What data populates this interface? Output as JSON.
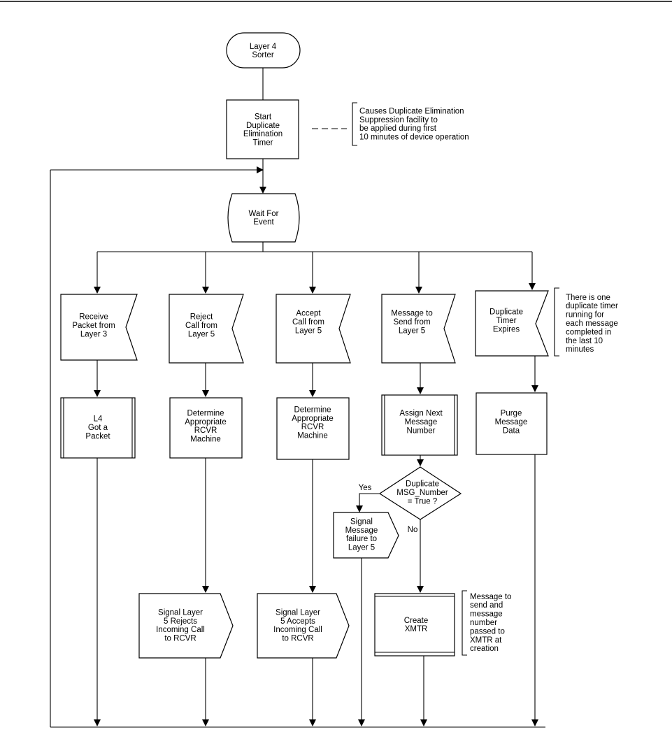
{
  "diagram": {
    "start_terminal": "Layer 4\nSorter",
    "start_timer": "Start\nDuplicate\nElimination\nTimer",
    "timer_note": "Causes Duplicate Elimination\nSuppression facility to\nbe applied during first\n10 minutes of device operation",
    "wait_event": "Wait For\nEvent",
    "events": {
      "receive_packet": "Receive\nPacket from\nLayer 3",
      "reject_call": "Reject\nCall from\nLayer 5",
      "accept_call": "Accept\nCall from\nLayer 5",
      "message_to_send": "Message to\nSend from\nLayer 5",
      "timer_expires": "Duplicate\nTimer\nExpires"
    },
    "expire_note": "There is one\nduplicate timer\nrunning for\neach message\ncompleted in\nthe last 10\nminutes",
    "processes": {
      "got_packet": "L4\nGot a\nPacket",
      "determine_reject": "Determine\nAppropriate\nRCVR\nMachine",
      "determine_accept": "Determine\nAppropriate\nRCVR\nMachine",
      "assign_number": "Assign Next\nMessage\nNumber",
      "purge": "Purge\nMessage\nData",
      "create_xmtr": "Create\nXMTR"
    },
    "decision": "Duplicate\nMSG_Number\n= True ?",
    "decision_yes": "Yes",
    "decision_no": "No",
    "signals": {
      "message_failure": "Signal\nMessage\nfailure to\nLayer 5",
      "rejects_call": "Signal Layer\n5 Rejects\nIncoming Call\nto RCVR",
      "accepts_call": "Signal Layer\n5 Accepts\nIncoming Call\nto RCVR"
    },
    "xmtr_note": "Message to\nsend and\nmessage\nnumber\npassed to\nXMTR at\ncreation"
  }
}
